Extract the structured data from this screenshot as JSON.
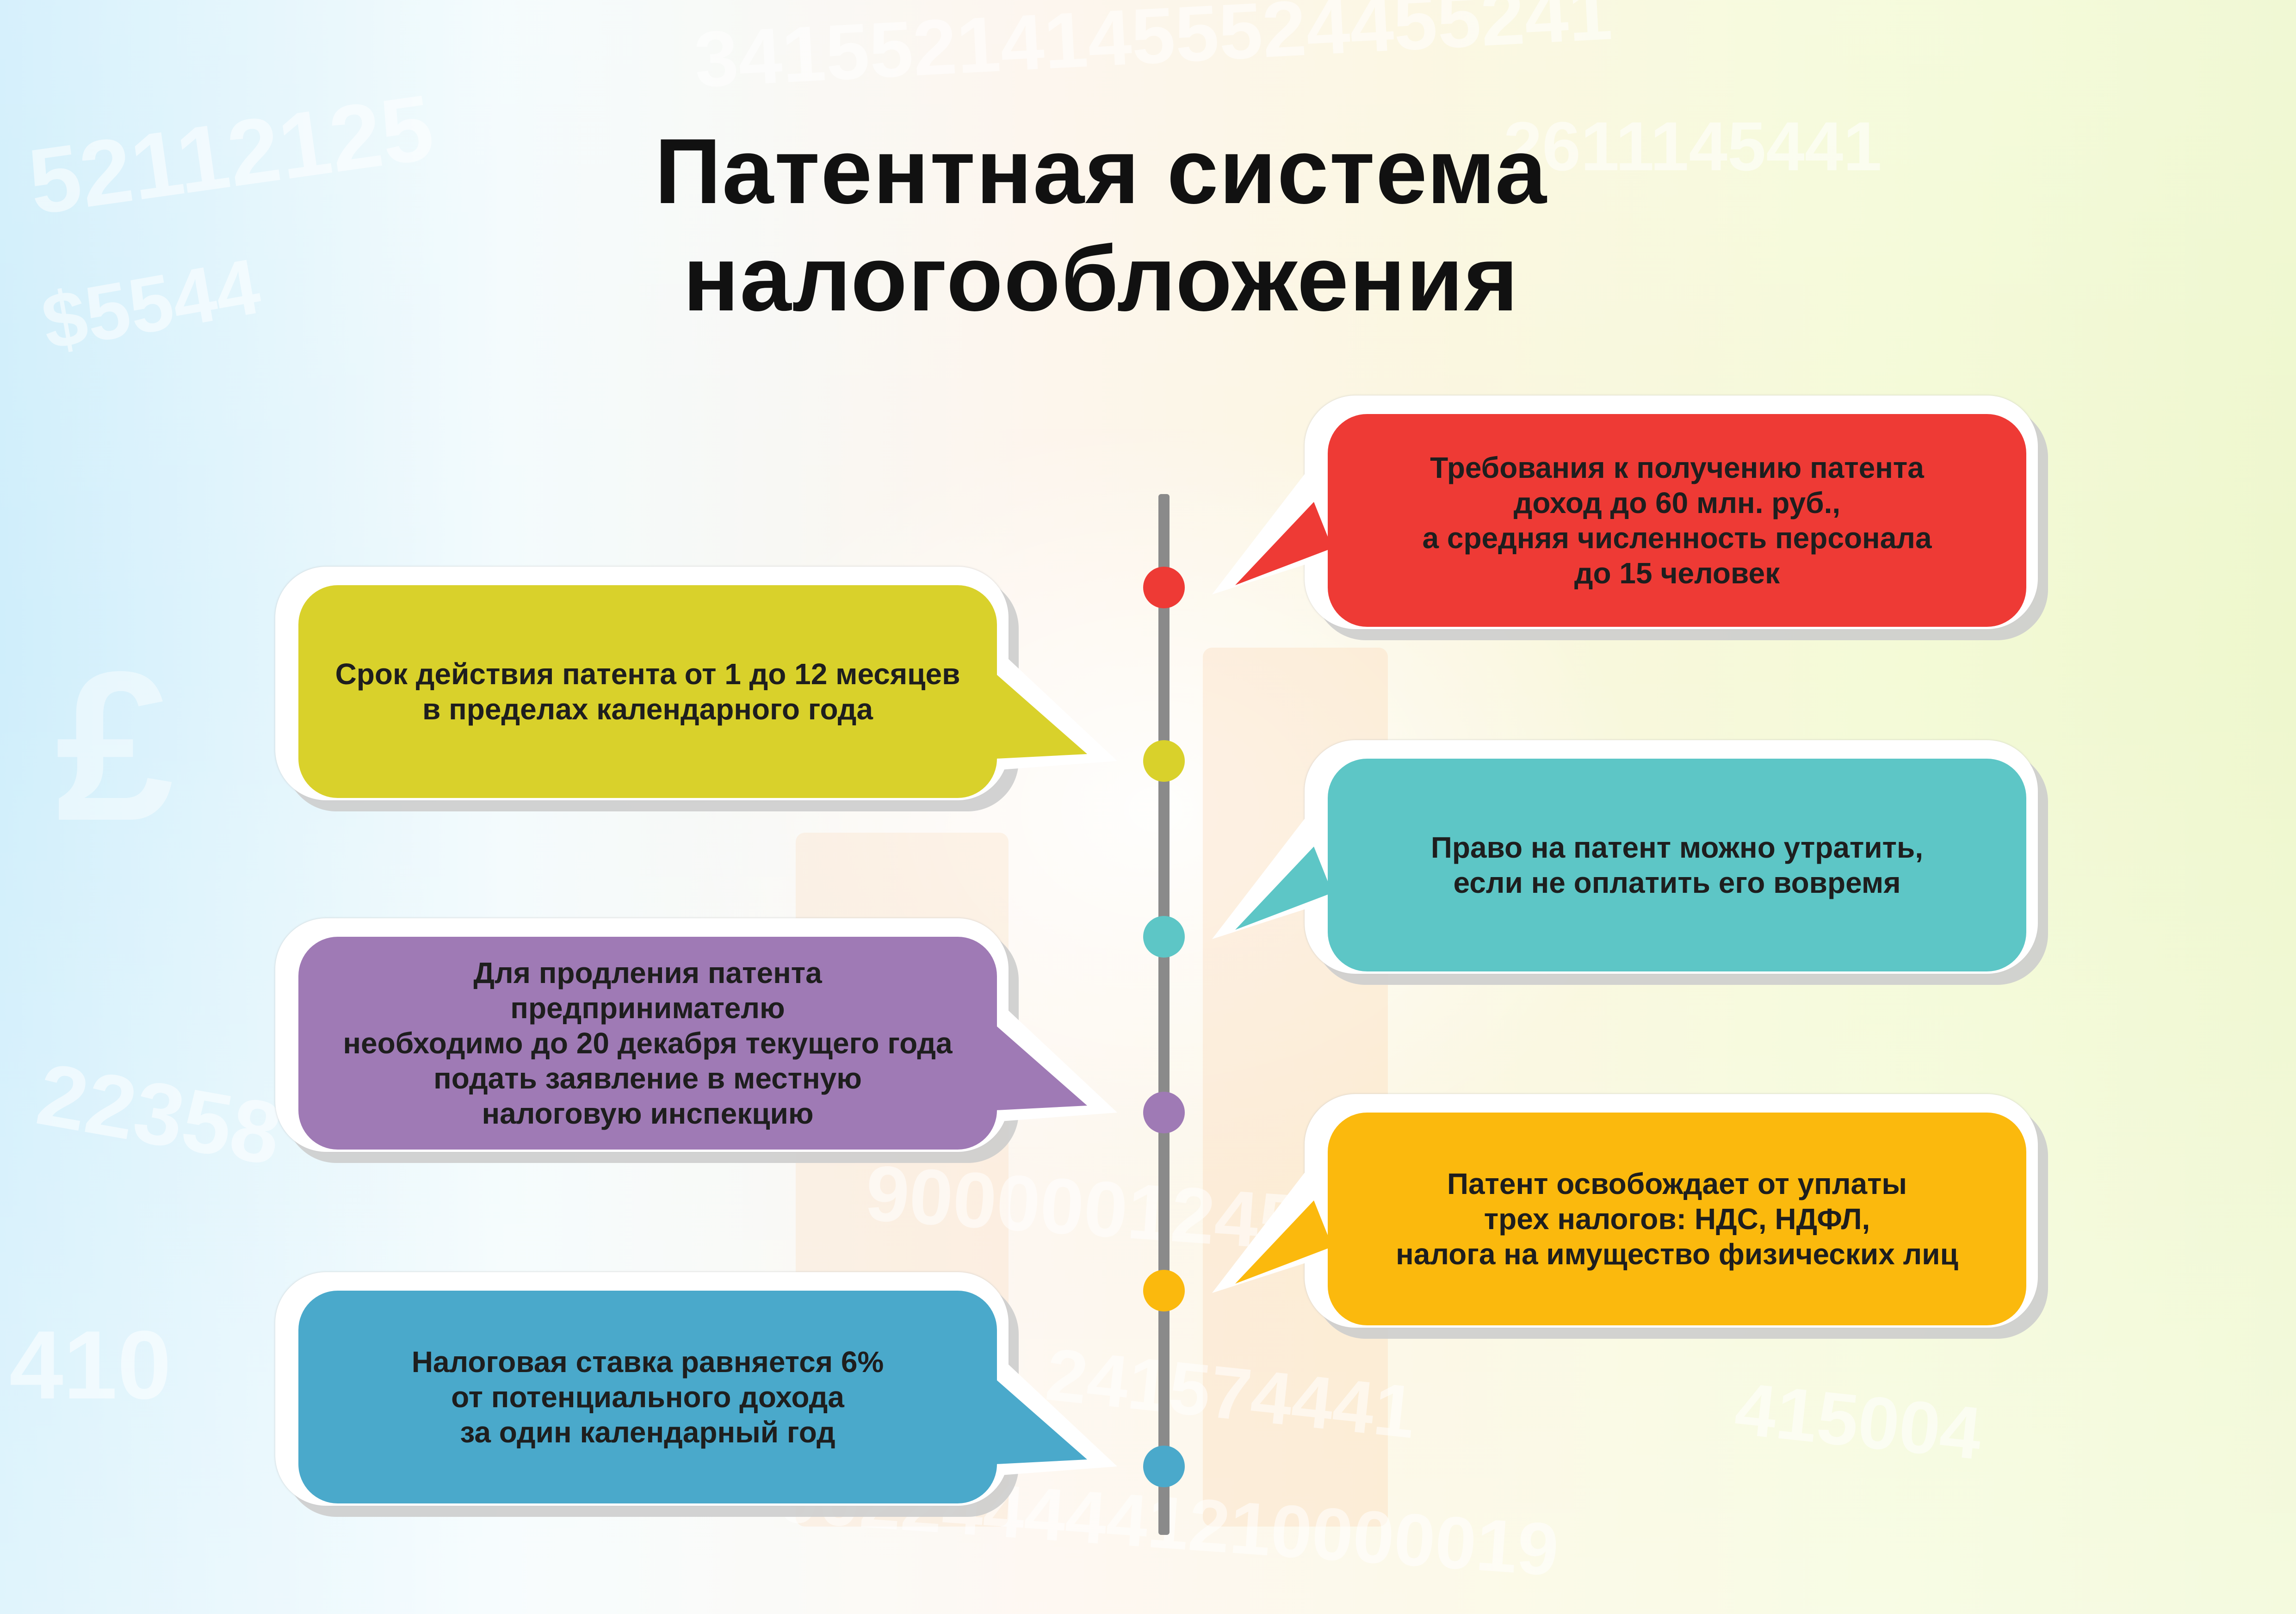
{
  "title": "Патентная система\nналогообложения",
  "colors": {
    "red": "#ee3a35",
    "yellow": "#d9d12b",
    "teal": "#5dc6c6",
    "purple": "#9f7ab5",
    "orange": "#fbb90d",
    "blue": "#4aa9cb",
    "axis": "#8a8a8a"
  },
  "items": [
    {
      "side": "right",
      "color": "red",
      "text": "Требования к получению патента\nдоход до 60 млн. руб.,\nа средняя численность персонала\nдо 15 человек"
    },
    {
      "side": "left",
      "color": "yellow",
      "text": "Срок действия патента от 1 до 12 месяцев\nв пределах календарного года"
    },
    {
      "side": "right",
      "color": "teal",
      "text": "Право на патент можно утратить,\nесли не оплатить его вовремя"
    },
    {
      "side": "left",
      "color": "purple",
      "text": "Для продления патента\nпредпринимателю\nнеобходимо до 20 декабря текущего года\nподать заявление в местную\nналоговую инспекцию"
    },
    {
      "side": "right",
      "color": "orange",
      "text": "Патент освобождает от уплаты\nтрех налогов: НДС, НДФЛ,\nналога на имущество физических лиц"
    },
    {
      "side": "left",
      "color": "blue",
      "text": "Налоговая ставка равняется 6%\nот потенциального дохода\nза один календарный год"
    }
  ]
}
